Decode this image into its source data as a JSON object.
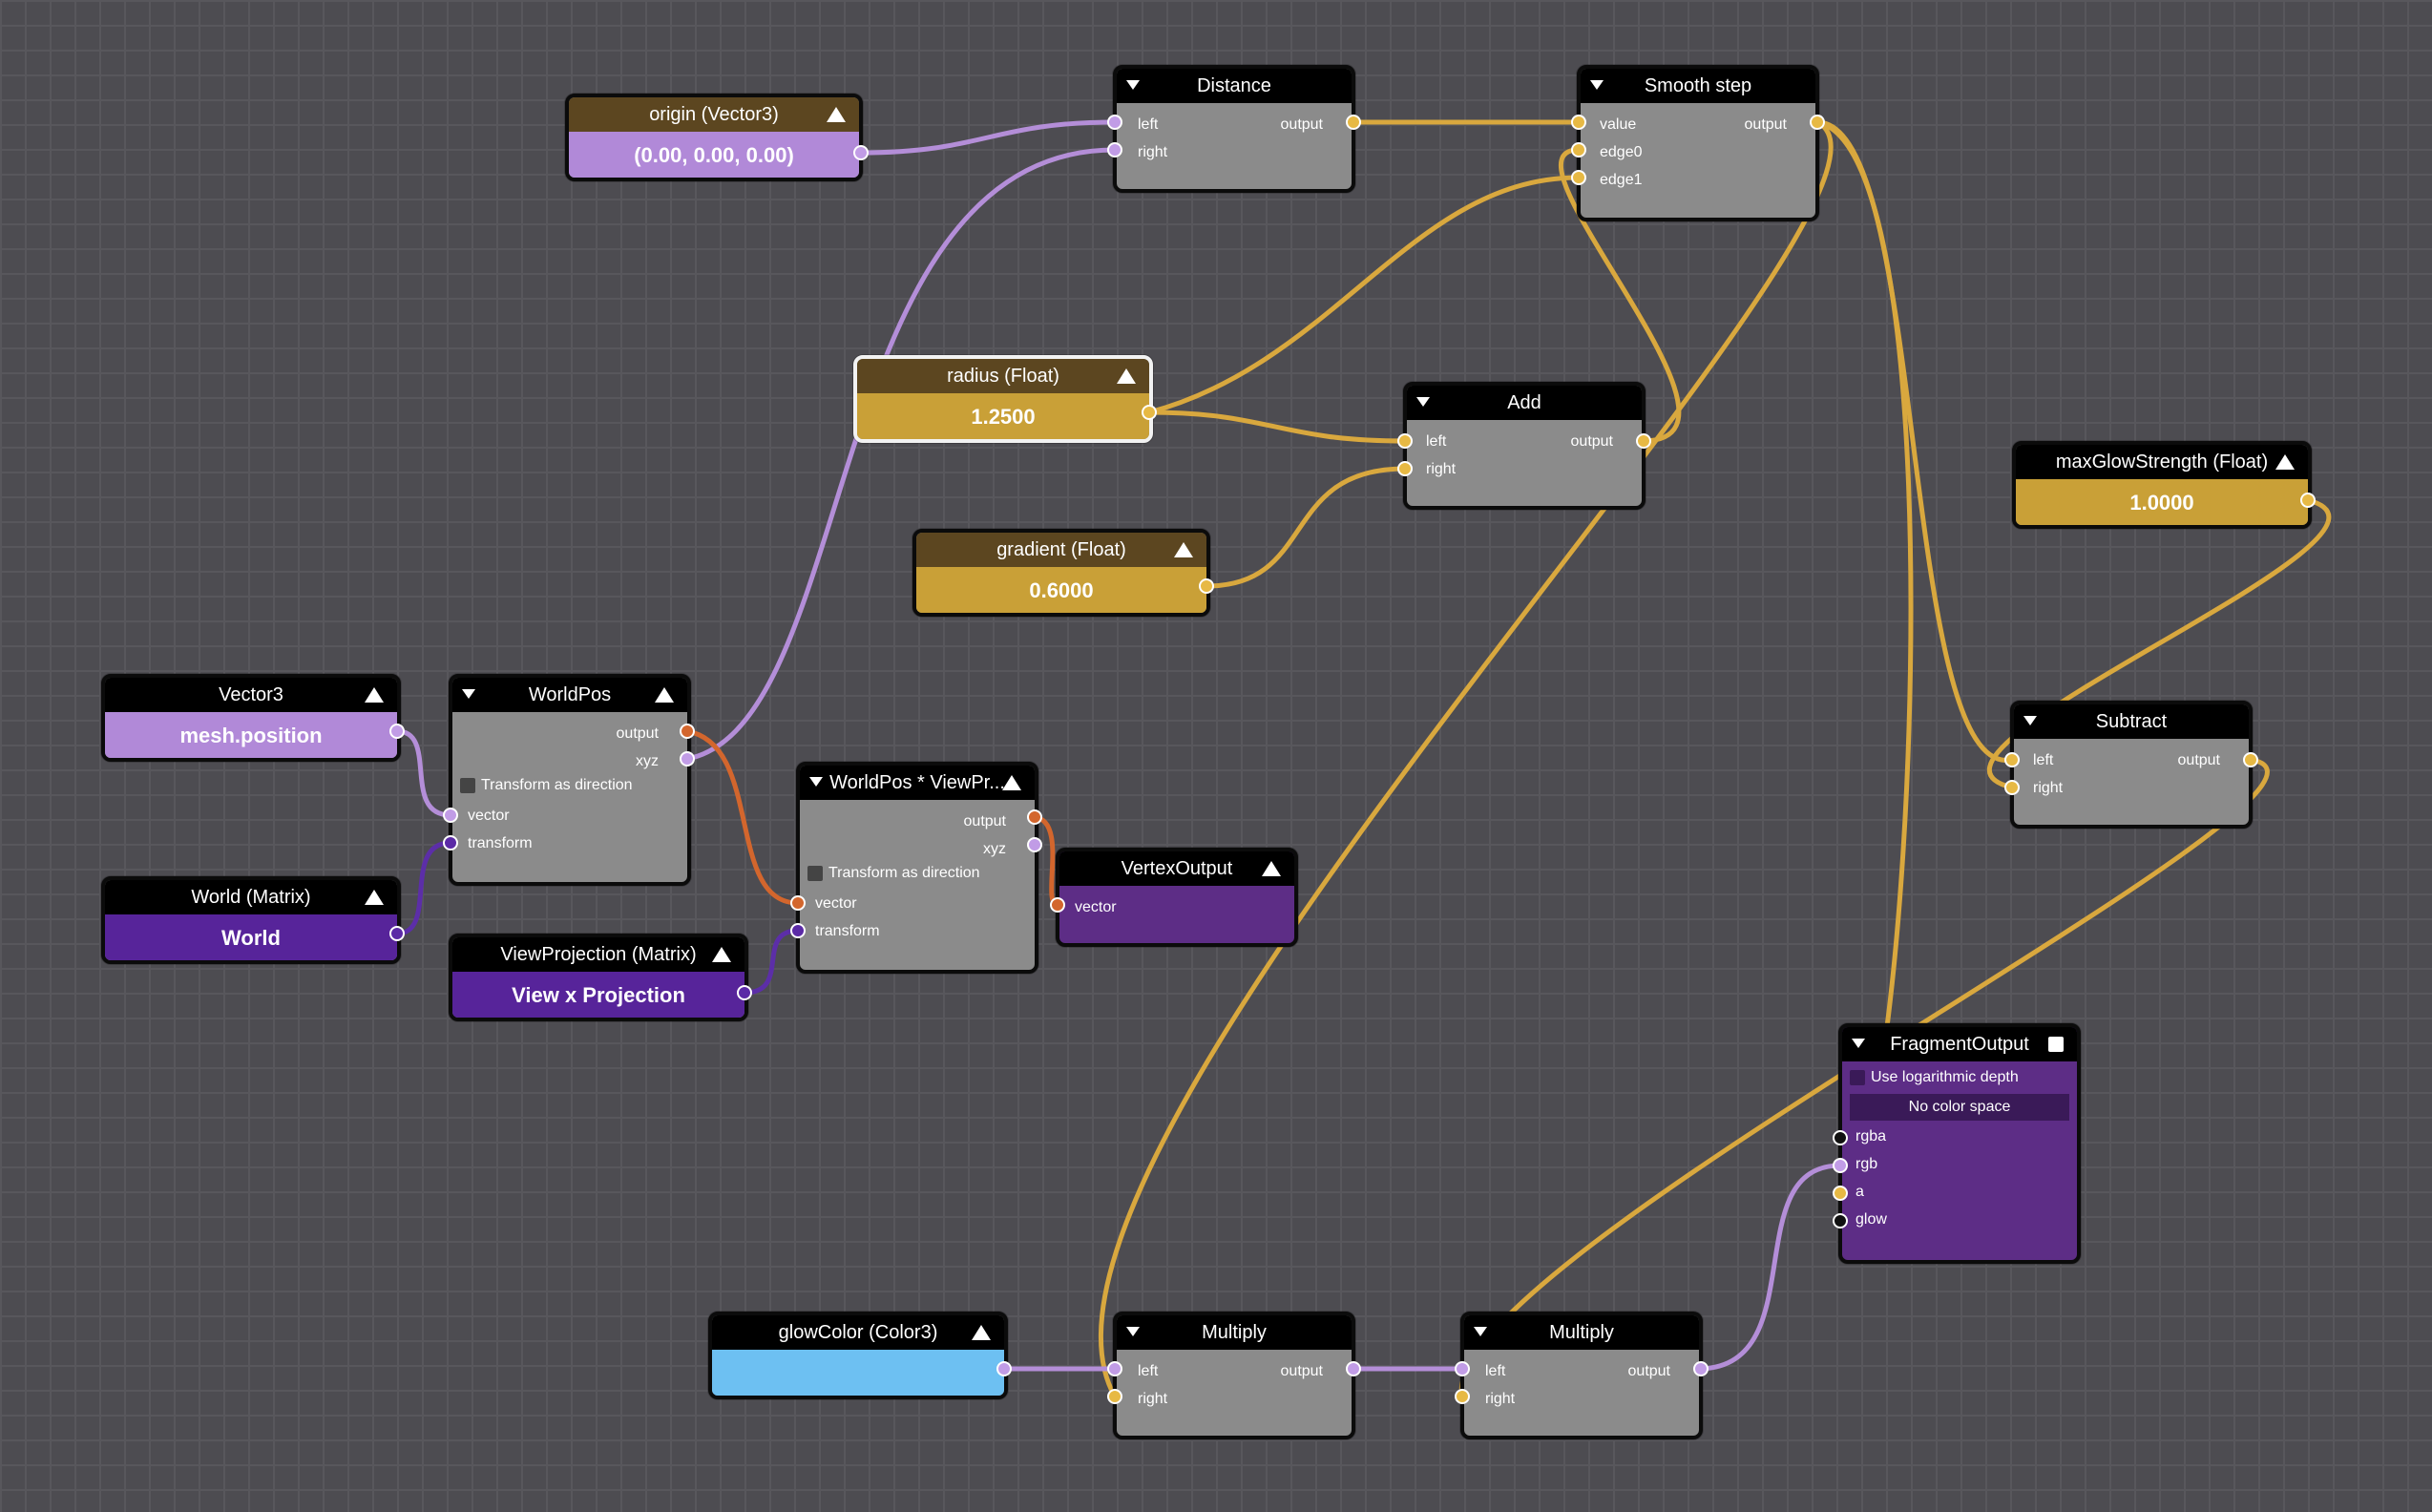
{
  "colors": {
    "float_wire": "#d9a83e",
    "vec3_wire": "#b48ed8",
    "matrix_wire": "#5c2ea8",
    "vec4_wire": "#d3662d",
    "float_body": "#c9a037",
    "vec3_body": "#b189d8",
    "matrix_body": "#57249a",
    "vertex_body": "#5d2d86",
    "fragment_body": "#5d2d86",
    "glow_body": "#6dc0f2"
  },
  "nodes": {
    "origin": {
      "title": "origin (Vector3)",
      "value": "(0.00, 0.00, 0.00)"
    },
    "radius": {
      "title": "radius (Float)",
      "value": "1.2500"
    },
    "gradient": {
      "title": "gradient (Float)",
      "value": "0.6000"
    },
    "maxglow": {
      "title": "maxGlowStrength (Float)",
      "value": "1.0000"
    },
    "vector3": {
      "title": "Vector3",
      "value": "mesh.position"
    },
    "world": {
      "title": "World (Matrix)",
      "value": "World"
    },
    "viewproj": {
      "title": "ViewProjection (Matrix)",
      "value": "View x Projection"
    },
    "glowcolor": {
      "title": "glowColor (Color3)",
      "value": ""
    },
    "distance": {
      "title": "Distance",
      "ports": {
        "left": "left",
        "right": "right",
        "output": "output"
      }
    },
    "smoothstep": {
      "title": "Smooth step",
      "ports": {
        "value": "value",
        "edge0": "edge0",
        "edge1": "edge1",
        "output": "output"
      }
    },
    "add": {
      "title": "Add",
      "ports": {
        "left": "left",
        "right": "right",
        "output": "output"
      }
    },
    "subtract": {
      "title": "Subtract",
      "ports": {
        "left": "left",
        "right": "right",
        "output": "output"
      }
    },
    "worldpos": {
      "title": "WorldPos",
      "checkbox": "Transform as direction",
      "ports": {
        "output": "output",
        "xyz": "xyz",
        "vector": "vector",
        "transform": "transform"
      }
    },
    "worldposvp": {
      "title": "WorldPos * ViewPr...",
      "checkbox": "Transform as direction",
      "ports": {
        "output": "output",
        "xyz": "xyz",
        "vector": "vector",
        "transform": "transform"
      }
    },
    "vertexoutput": {
      "title": "VertexOutput",
      "ports": {
        "vector": "vector"
      }
    },
    "fragmentoutput": {
      "title": "FragmentOutput",
      "checkbox": "Use logarithmic depth",
      "colorspace": "No color space",
      "ports": {
        "rgba": "rgba",
        "rgb": "rgb",
        "a": "a",
        "glow": "glow"
      }
    },
    "multiply1": {
      "title": "Multiply",
      "ports": {
        "left": "left",
        "right": "right",
        "output": "output"
      }
    },
    "multiply2": {
      "title": "Multiply",
      "ports": {
        "left": "left",
        "right": "right",
        "output": "output"
      }
    }
  }
}
